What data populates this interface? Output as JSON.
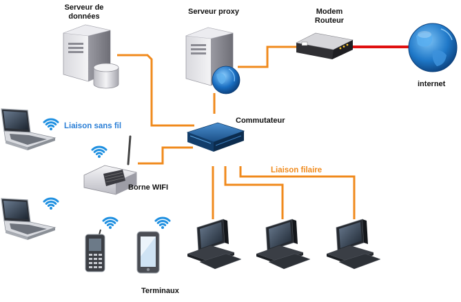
{
  "colors": {
    "wired_link": "#f08a1c",
    "internet_link": "#e01010",
    "wireless_label": "#2b7fd6",
    "wired_label": "#f08a1c",
    "wifi_waves": "#1e8fe0",
    "globe": "#1f78c8"
  },
  "labels": {
    "data_server_line1": "Serveur de",
    "data_server_line2": "données",
    "proxy_server": "Serveur proxy",
    "modem_line1": "Modem",
    "modem_line2": "Routeur",
    "internet": "internet",
    "switch": "Commutateur",
    "wireless_link": "Liaison sans fil",
    "wired_link": "Liaison filaire",
    "wifi_hotspot": "Borne WIFI",
    "terminals": "Terminaux"
  },
  "icons": {
    "data_server": "database-server-icon",
    "proxy_server": "proxy-server-icon",
    "modem": "modem-router-icon",
    "internet": "globe-icon",
    "switch": "network-switch-icon",
    "laptops": "laptop-icon",
    "access_point": "wifi-access-point-icon",
    "phones": "mobile-phone-icon",
    "desktops": "desktop-computer-icon",
    "wifi": "wifi-signal-icon"
  }
}
